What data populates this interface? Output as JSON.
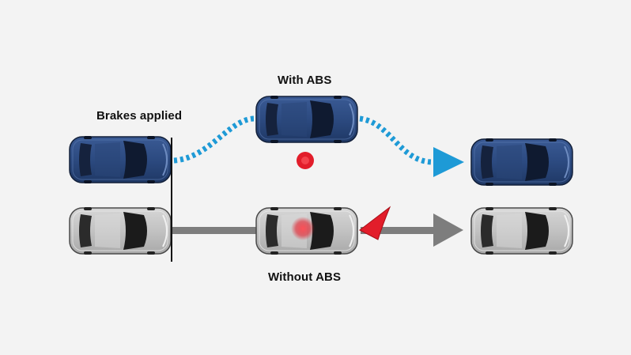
{
  "labels": {
    "brakes_applied": "Brakes applied",
    "with_abs": "With ABS",
    "without_abs": "Without ABS"
  },
  "colors": {
    "background": "#f3f3f3",
    "abs_path": "#1e9ad6",
    "no_abs_path": "#7d7d7d",
    "blue_car": "#2c4a80",
    "gray_car": "#c4c4c4",
    "indicator_red": "#e21d2a"
  },
  "icons": {
    "car_with_abs": "car-top-view-blue",
    "car_without_abs": "car-top-view-gray",
    "warning": "red-warning-marker"
  }
}
